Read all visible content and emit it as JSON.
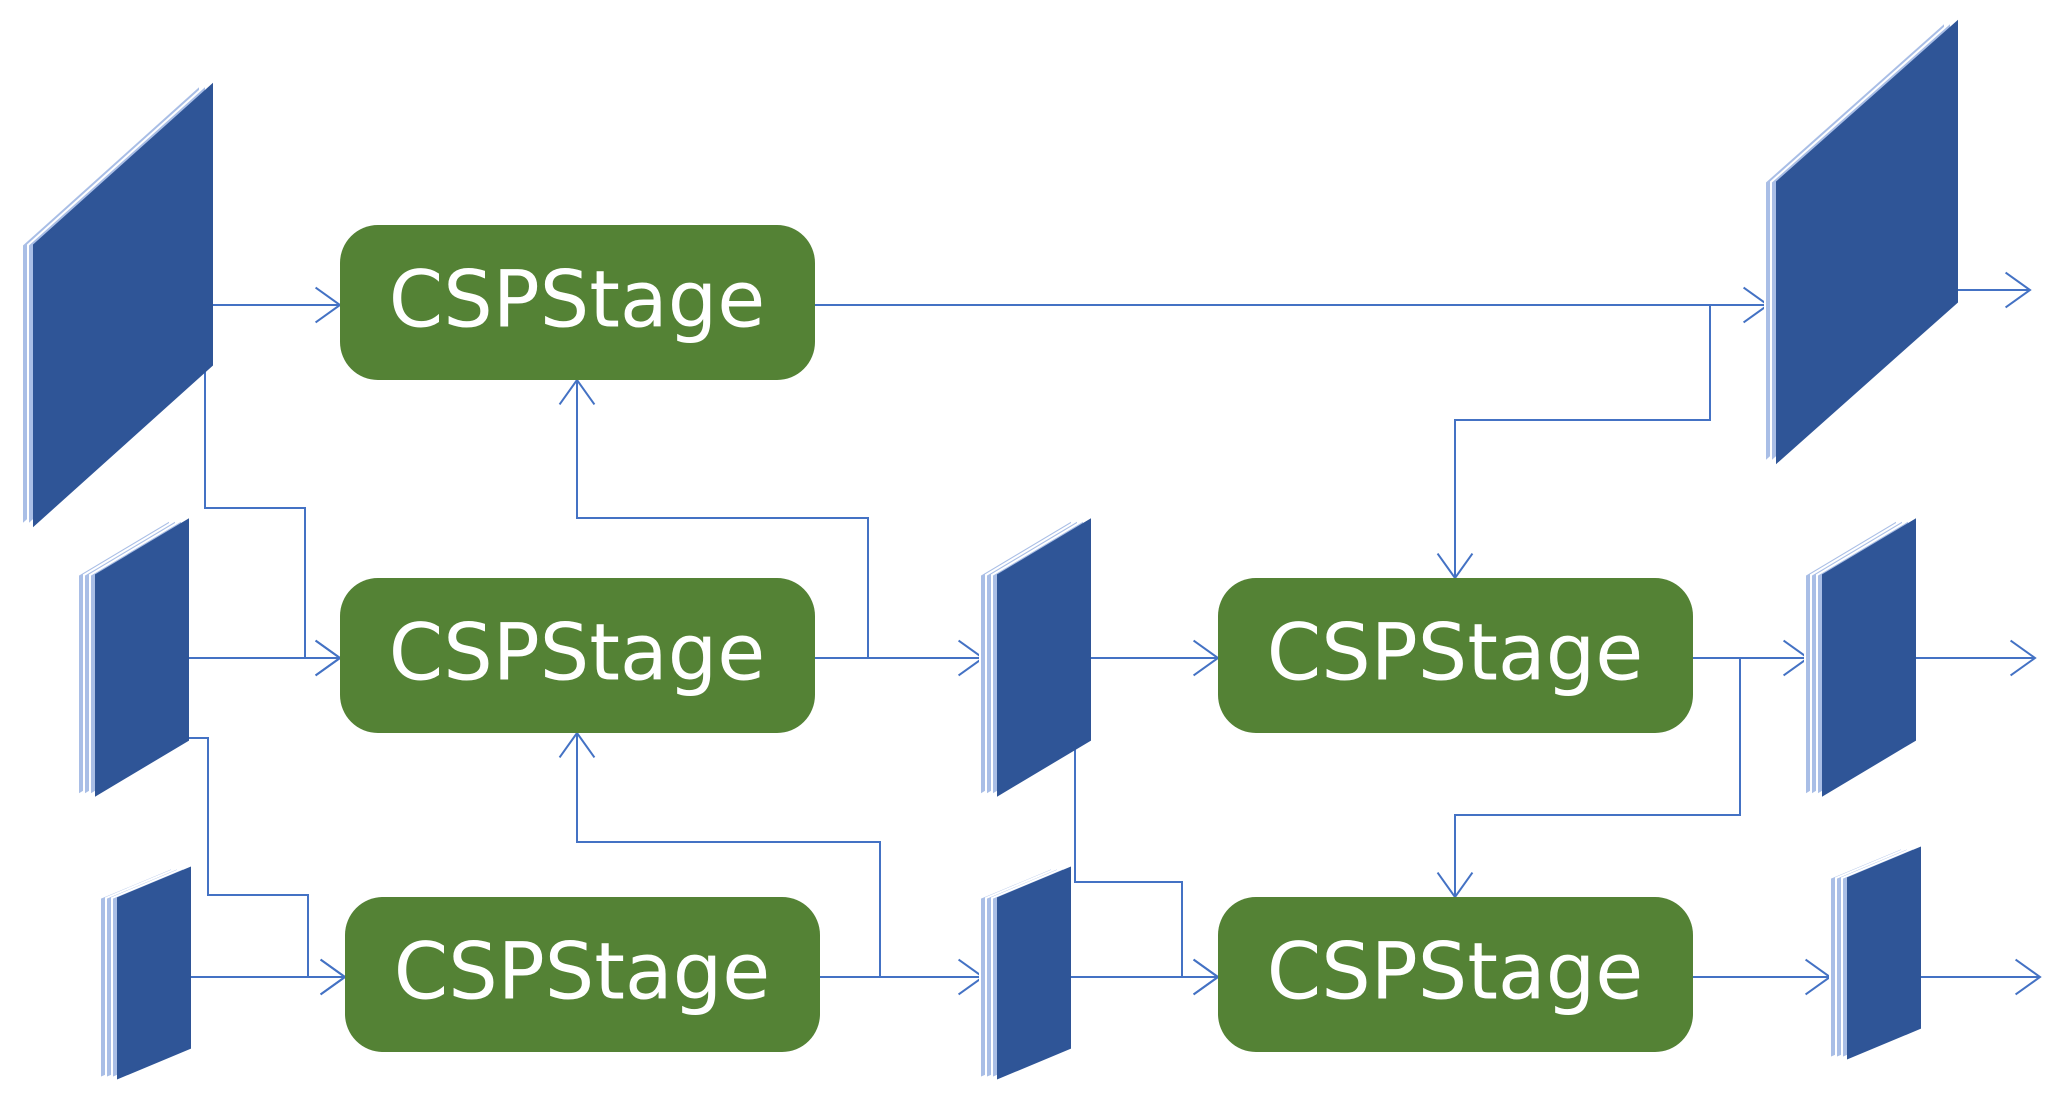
{
  "diagram": {
    "colors": {
      "stage_fill": "#548235",
      "stage_text": "#ffffff",
      "feature_map_fill": "#2F5597",
      "feature_map_edge": "#A9BEE6",
      "connector": "#4472C4"
    },
    "stages": [
      {
        "id": "stage-top-left",
        "label": "CSPStage"
      },
      {
        "id": "stage-mid-left",
        "label": "CSPStage"
      },
      {
        "id": "stage-bottom-left",
        "label": "CSPStage"
      },
      {
        "id": "stage-mid-right",
        "label": "CSPStage"
      },
      {
        "id": "stage-bottom-right",
        "label": "CSPStage"
      }
    ],
    "feature_maps": [
      "input-large",
      "input-medium",
      "input-small",
      "intermediate-medium",
      "intermediate-small",
      "output-large",
      "output-medium",
      "output-small"
    ]
  }
}
